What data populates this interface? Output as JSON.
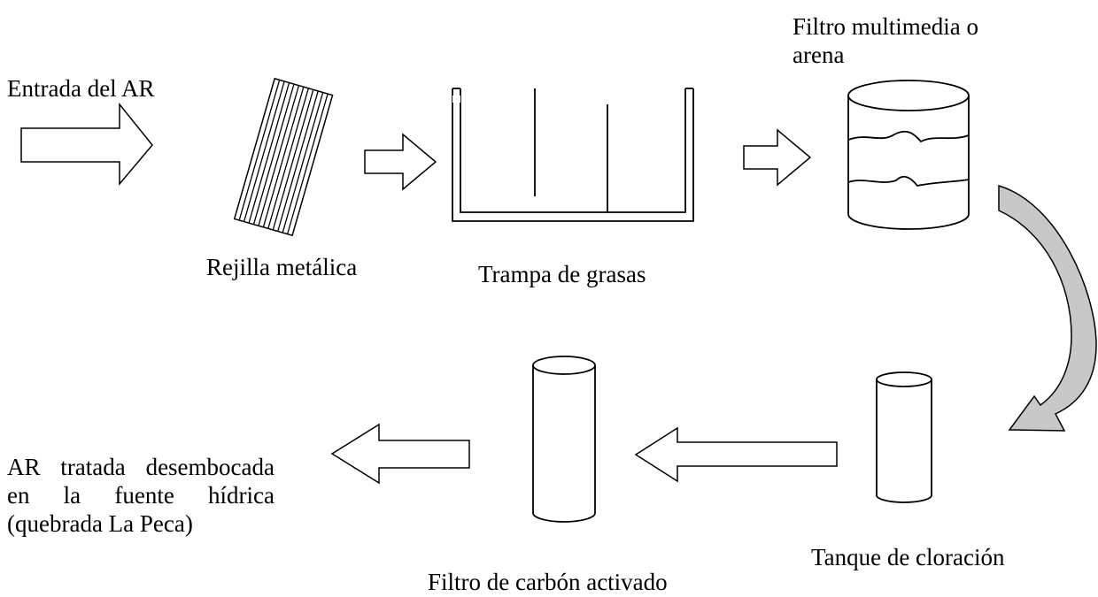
{
  "labels": {
    "entrada": "Entrada del AR",
    "rejilla": "Rejilla metálica",
    "trampa": "Trampa de grasas",
    "filtro_multimedia": [
      "Filtro multimedia o",
      "arena"
    ],
    "tanque": "Tanque de cloración",
    "carbon": "Filtro de carbón activado",
    "salida": [
      "AR tratada desembocada",
      "en la fuente hídrica",
      "(quebrada La Peca)"
    ]
  },
  "colors": {
    "stroke": "#000000",
    "fill": "#ffffff",
    "curved_arrow_fill": "#c8c8c8"
  }
}
